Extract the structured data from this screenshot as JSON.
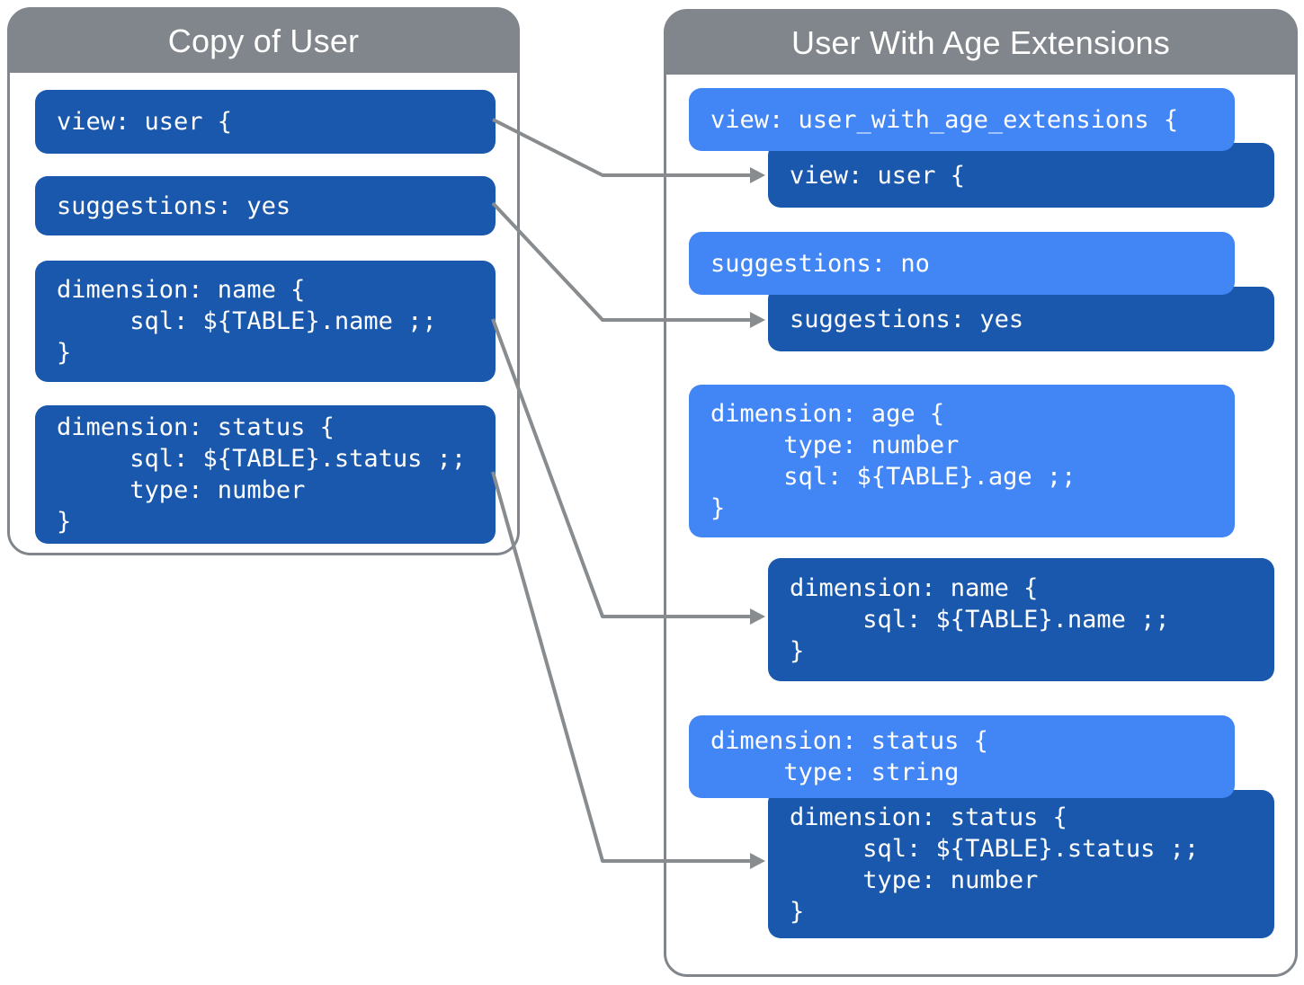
{
  "colors": {
    "panel_gray": "#80868B",
    "arrow_gray": "#888C8F",
    "dark_blue": "#1958AC",
    "light_blue": "#4285F4",
    "text_white": "#FFFFFF",
    "background": "#FFFFFF"
  },
  "left_panel": {
    "title": "Copy of User",
    "blocks": [
      {
        "id": "view",
        "lines": [
          "view: user {"
        ]
      },
      {
        "id": "suggestions",
        "lines": [
          "suggestions: yes"
        ]
      },
      {
        "id": "dimension-name",
        "lines": [
          "dimension: name {",
          "     sql: ${TABLE}.name ;;",
          "}"
        ]
      },
      {
        "id": "dimension-status",
        "lines": [
          "dimension: status {",
          "     sql: ${TABLE}.status ;;",
          "     type: number",
          "}"
        ]
      }
    ]
  },
  "right_panel": {
    "title": "User With Age Extensions",
    "blocks": [
      {
        "id": "view-extension",
        "style": "light",
        "lines": [
          "view: user_with_age_extensions {"
        ]
      },
      {
        "id": "view-base",
        "style": "dark",
        "lines": [
          "view: user {"
        ]
      },
      {
        "id": "suggestions-extension",
        "style": "light",
        "lines": [
          "suggestions: no"
        ]
      },
      {
        "id": "suggestions-base",
        "style": "dark",
        "lines": [
          "suggestions: yes"
        ]
      },
      {
        "id": "dimension-age",
        "style": "light",
        "lines": [
          "dimension: age {",
          "     type: number",
          "     sql: ${TABLE}.age ;;",
          "}"
        ]
      },
      {
        "id": "dimension-name",
        "style": "dark",
        "lines": [
          "dimension: name {",
          "     sql: ${TABLE}.name ;;",
          "}"
        ]
      },
      {
        "id": "dimension-status-extension",
        "style": "light",
        "lines": [
          "dimension: status {",
          "     type: string"
        ]
      },
      {
        "id": "dimension-status-base",
        "style": "dark",
        "lines": [
          "dimension: status {",
          "     sql: ${TABLE}.status ;;",
          "     type: number",
          "}"
        ]
      }
    ]
  }
}
